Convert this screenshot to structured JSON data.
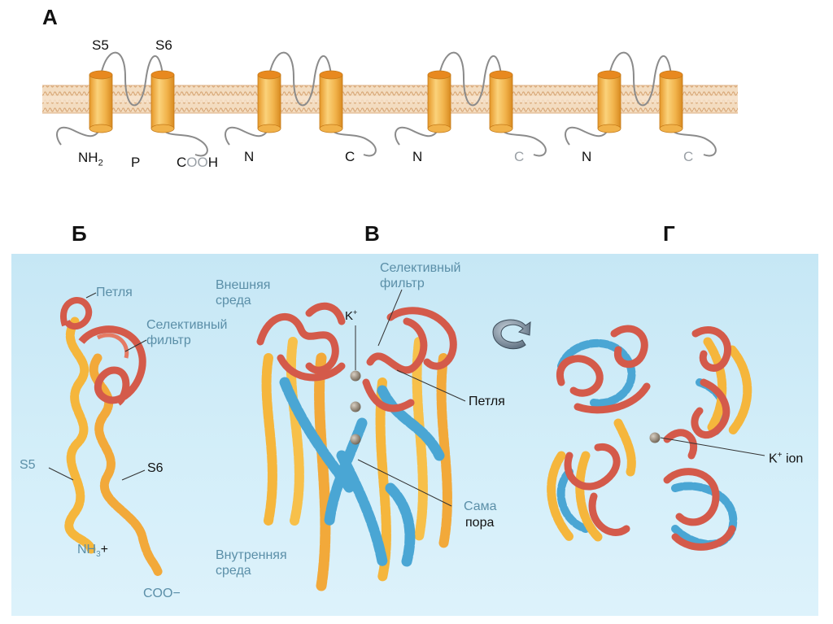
{
  "panel_a": {
    "letter": "А",
    "helix_labels": [
      "S5",
      "S6"
    ],
    "p_label": "P",
    "subunits": [
      {
        "n": "NH2",
        "c": "COOH"
      },
      {
        "n": "N",
        "c": "C"
      },
      {
        "n": "N",
        "c": "C"
      },
      {
        "n": "N",
        "c": "C"
      }
    ],
    "colors": {
      "cylinder": "#f1b24a",
      "cylinder_top": "#e8891f",
      "membrane": "#e9c9a1",
      "loop": "#8b8b8b"
    }
  },
  "panel_b": {
    "letter": "Б",
    "loop": "Петля",
    "filter": "Селективный\nфильтр",
    "s5": "S5",
    "s6": "S6",
    "nh3": "NH3+",
    "coo": "COO−"
  },
  "panel_v": {
    "letter": "В",
    "outer": "Внешняя\nсреда",
    "filter": "Селективный\nфильтр",
    "k": "K+",
    "loop": "Петля",
    "pore_1": "Сама",
    "pore_2": "пора",
    "inner": "Внутренняя\nсреда"
  },
  "panel_g": {
    "letter": "Г",
    "k_ion": "K+ ion"
  },
  "colors": {
    "background_blue": "#cdebf8",
    "helix_orange": "#f5b63c",
    "helix_red": "#d45a4a",
    "helix_blue": "#4aa6d4",
    "ion": "#8a7d6d"
  }
}
